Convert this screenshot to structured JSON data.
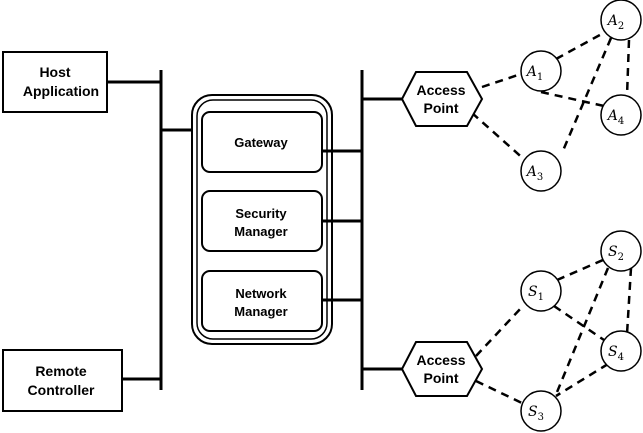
{
  "host_application": {
    "line1": "Host",
    "line2": "Application"
  },
  "remote_controller": {
    "line1": "Remote",
    "line2": "Controller"
  },
  "server": {
    "gateway": "Gateway",
    "security_manager": {
      "line1": "Security",
      "line2": "Manager"
    },
    "network_manager": {
      "line1": "Network",
      "line2": "Manager"
    }
  },
  "access_point_top": {
    "line1": "Access",
    "line2": "Point"
  },
  "access_point_bottom": {
    "line1": "Access",
    "line2": "Point"
  },
  "a_nodes": [
    {
      "letter": "A",
      "sub": "1"
    },
    {
      "letter": "A",
      "sub": "2"
    },
    {
      "letter": "A",
      "sub": "3"
    },
    {
      "letter": "A",
      "sub": "4"
    }
  ],
  "s_nodes": [
    {
      "letter": "S",
      "sub": "1"
    },
    {
      "letter": "S",
      "sub": "2"
    },
    {
      "letter": "S",
      "sub": "3"
    },
    {
      "letter": "S",
      "sub": "4"
    }
  ]
}
